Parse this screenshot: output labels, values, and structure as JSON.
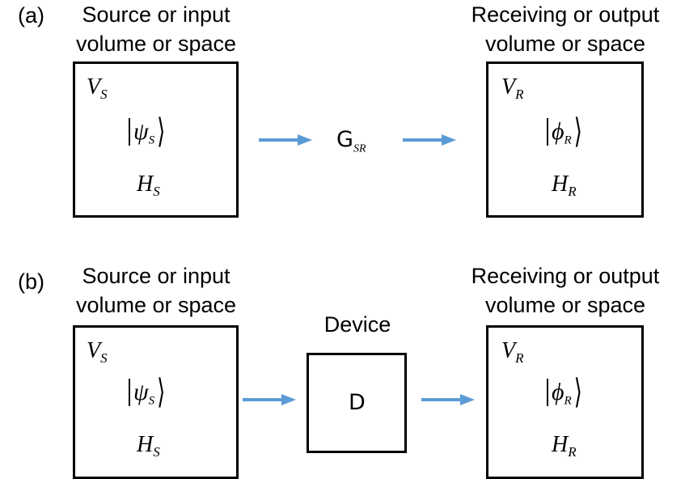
{
  "colors": {
    "arrow": "#5B9BD5",
    "box_border": "#000000"
  },
  "panel_a": {
    "label": "(a)",
    "source_caption": [
      "Source or input",
      "volume or space"
    ],
    "receiving_caption": [
      "Receiving or output",
      "volume or space"
    ],
    "source_box": {
      "volume_symbol": "V",
      "volume_sub": "S",
      "state_symbol": "ψ",
      "state_sub": "S",
      "space_symbol": "H",
      "space_sub": "S"
    },
    "receiving_box": {
      "volume_symbol": "V",
      "volume_sub": "R",
      "state_symbol": "ϕ",
      "state_sub": "R",
      "space_symbol": "H",
      "space_sub": "R"
    },
    "operator_symbol": "G",
    "operator_sub": "SR"
  },
  "panel_b": {
    "label": "(b)",
    "source_caption": [
      "Source or input",
      "volume or space"
    ],
    "receiving_caption": [
      "Receiving or output",
      "volume or space"
    ],
    "device_caption": "Device",
    "device_symbol": "D",
    "source_box": {
      "volume_symbol": "V",
      "volume_sub": "S",
      "state_symbol": "ψ",
      "state_sub": "S",
      "space_symbol": "H",
      "space_sub": "S"
    },
    "receiving_box": {
      "volume_symbol": "V",
      "volume_sub": "R",
      "state_symbol": "ϕ",
      "state_sub": "R",
      "space_symbol": "H",
      "space_sub": "R"
    }
  }
}
